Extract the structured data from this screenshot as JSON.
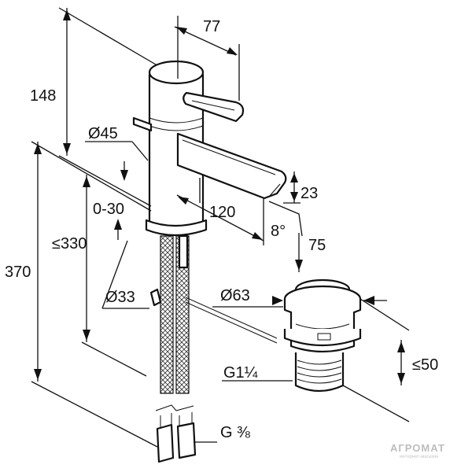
{
  "dimensions": {
    "d77": "77",
    "d148": "148",
    "d45": "Ø45",
    "d23": "23",
    "d120": "120",
    "d030": "0-30",
    "d8deg": "8°",
    "d75": "75",
    "d330": "≤330",
    "d370": "370",
    "d33": "Ø33",
    "d63": "Ø63",
    "d50": "≤50",
    "g114": "G1¼",
    "g38": "G ⅜"
  },
  "watermark": {
    "brand": "АГРОМАТ",
    "tagline": "интернет-магазин"
  }
}
